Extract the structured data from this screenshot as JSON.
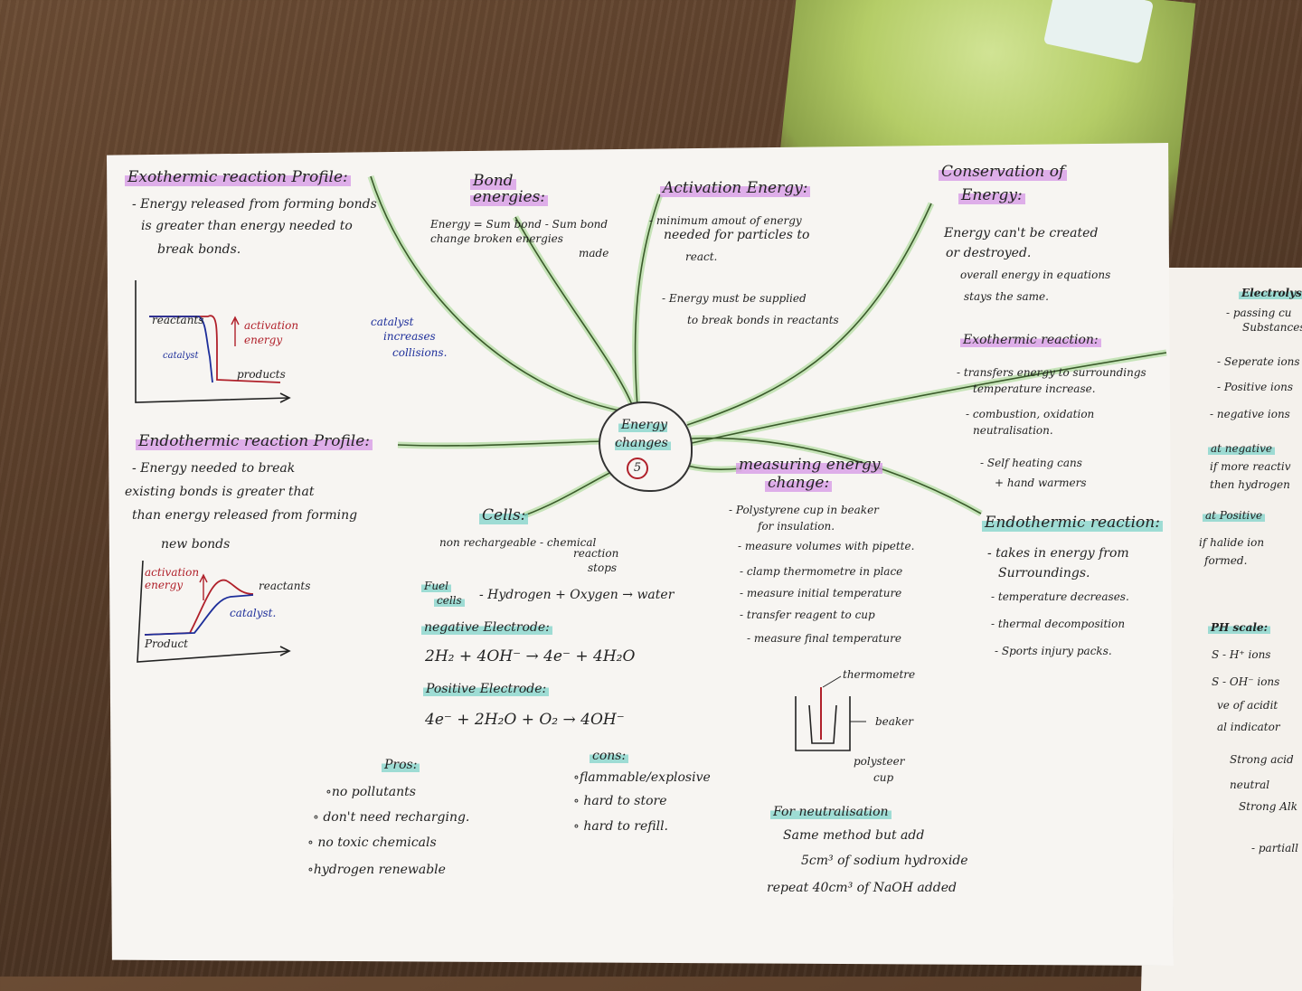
{
  "center": {
    "title": "Energy changes",
    "number": "5"
  },
  "exo_profile": {
    "title": "Exothermic reaction Profile:",
    "text": [
      "- Energy released from forming bonds",
      "is greater than energy needed to",
      "break bonds."
    ],
    "labels": {
      "reactants": "reactants",
      "catalyst": "catalyst",
      "activation": "activation energy",
      "products": "products"
    }
  },
  "bond_energies": {
    "title": [
      "Bond",
      "energies:"
    ],
    "formula": [
      "Energy = Sum bond - Sum bond",
      "change     broken       energies",
      "made"
    ]
  },
  "catalyst_note": [
    "catalyst",
    "increases",
    "collisions."
  ],
  "activation": {
    "title": "Activation Energy:",
    "text": [
      "- minimum amout of energy",
      "needed for particles to",
      "react."
    ],
    "text2": [
      "- Energy must be supplied",
      "to break bonds in reactants"
    ]
  },
  "conservation": {
    "title": [
      "Conservation of",
      "Energy:"
    ],
    "text": [
      "Energy can't be created",
      "or destroyed.",
      "overall energy in equations",
      "stays the same."
    ]
  },
  "exo_reaction": {
    "title": "Exothermic reaction:",
    "text": [
      "- transfers energy to surroundings",
      "temperature increase.",
      "- combustion, oxidation",
      "neutralisation.",
      "- Self heating cans",
      "+ hand warmers"
    ]
  },
  "endo_profile": {
    "title": "Endothermic reaction Profile:",
    "text": [
      "- Energy needed to break",
      "existing bonds is greater that",
      "than energy released from forming",
      "new bonds"
    ],
    "labels": {
      "activation": "activation energy",
      "reactants": "reactants",
      "catalyst": "catalyst.",
      "product": "Product"
    }
  },
  "cells": {
    "title": "Cells:",
    "line": "non rechargeable - chemical",
    "line2": [
      "reaction",
      "stops"
    ],
    "fuel_label": [
      "Fuel",
      "cells"
    ],
    "fuel_eq": "- Hydrogen + Oxygen → water",
    "neg_title": "negative Electrode:",
    "neg_eq": "2H₂ + 4OH⁻ → 4e⁻ + 4H₂O",
    "pos_title": "Positive Electrode:",
    "pos_eq": "4e⁻ + 2H₂O + O₂ → 4OH⁻",
    "pros_title": "Pros:",
    "pros": [
      "∘no pollutants",
      "∘ don't need recharging.",
      "∘ no toxic chemicals",
      "∘hydrogen renewable"
    ],
    "cons_title": "cons:",
    "cons": [
      "∘flammable/explosive",
      "∘ hard to store",
      "∘ hard to refill."
    ]
  },
  "measuring": {
    "title": [
      "measuring energy",
      "change:"
    ],
    "text": [
      "- Polystyrene cup in beaker",
      "for insulation.",
      "- measure volumes with pipette.",
      "- clamp thermometre in place",
      "- measure initial temperature",
      "- transfer reagent to cup",
      "- measure final temperature"
    ],
    "diagram": {
      "thermometre": "thermometre",
      "beaker": "beaker",
      "cup": [
        "polysteer",
        "cup"
      ]
    },
    "neutral_title": "For neutralisation",
    "neutral_text": [
      "Same method but add",
      "5cm³ of sodium hydroxide",
      "repeat 40cm³ of NaOH added"
    ]
  },
  "endo_reaction": {
    "title": "Endothermic reaction:",
    "text": [
      "- takes in energy from",
      "Surroundings.",
      "- temperature decreases.",
      "- thermal decomposition",
      "- Sports injury packs."
    ]
  },
  "side_sheet": {
    "title": "Electrolysis",
    "lines": [
      "- passing cu",
      "Substances",
      "- Seperate ions",
      "- Positive ions",
      "- negative ions",
      "at negative",
      "if more reactiv",
      "then hydrogen",
      "at Positive",
      "if halide ion",
      "formed.",
      "PH scale:",
      "S - H⁺ ions",
      "S - OH⁻ ions",
      "ve of acidit",
      "al indicator",
      "Strong acid",
      "neutral",
      "Strong Alk",
      "- partiall"
    ]
  },
  "colors": {
    "highlight_purple": "#d696e6",
    "highlight_teal": "#78d2c8",
    "branch_green": "#9fd58a"
  }
}
